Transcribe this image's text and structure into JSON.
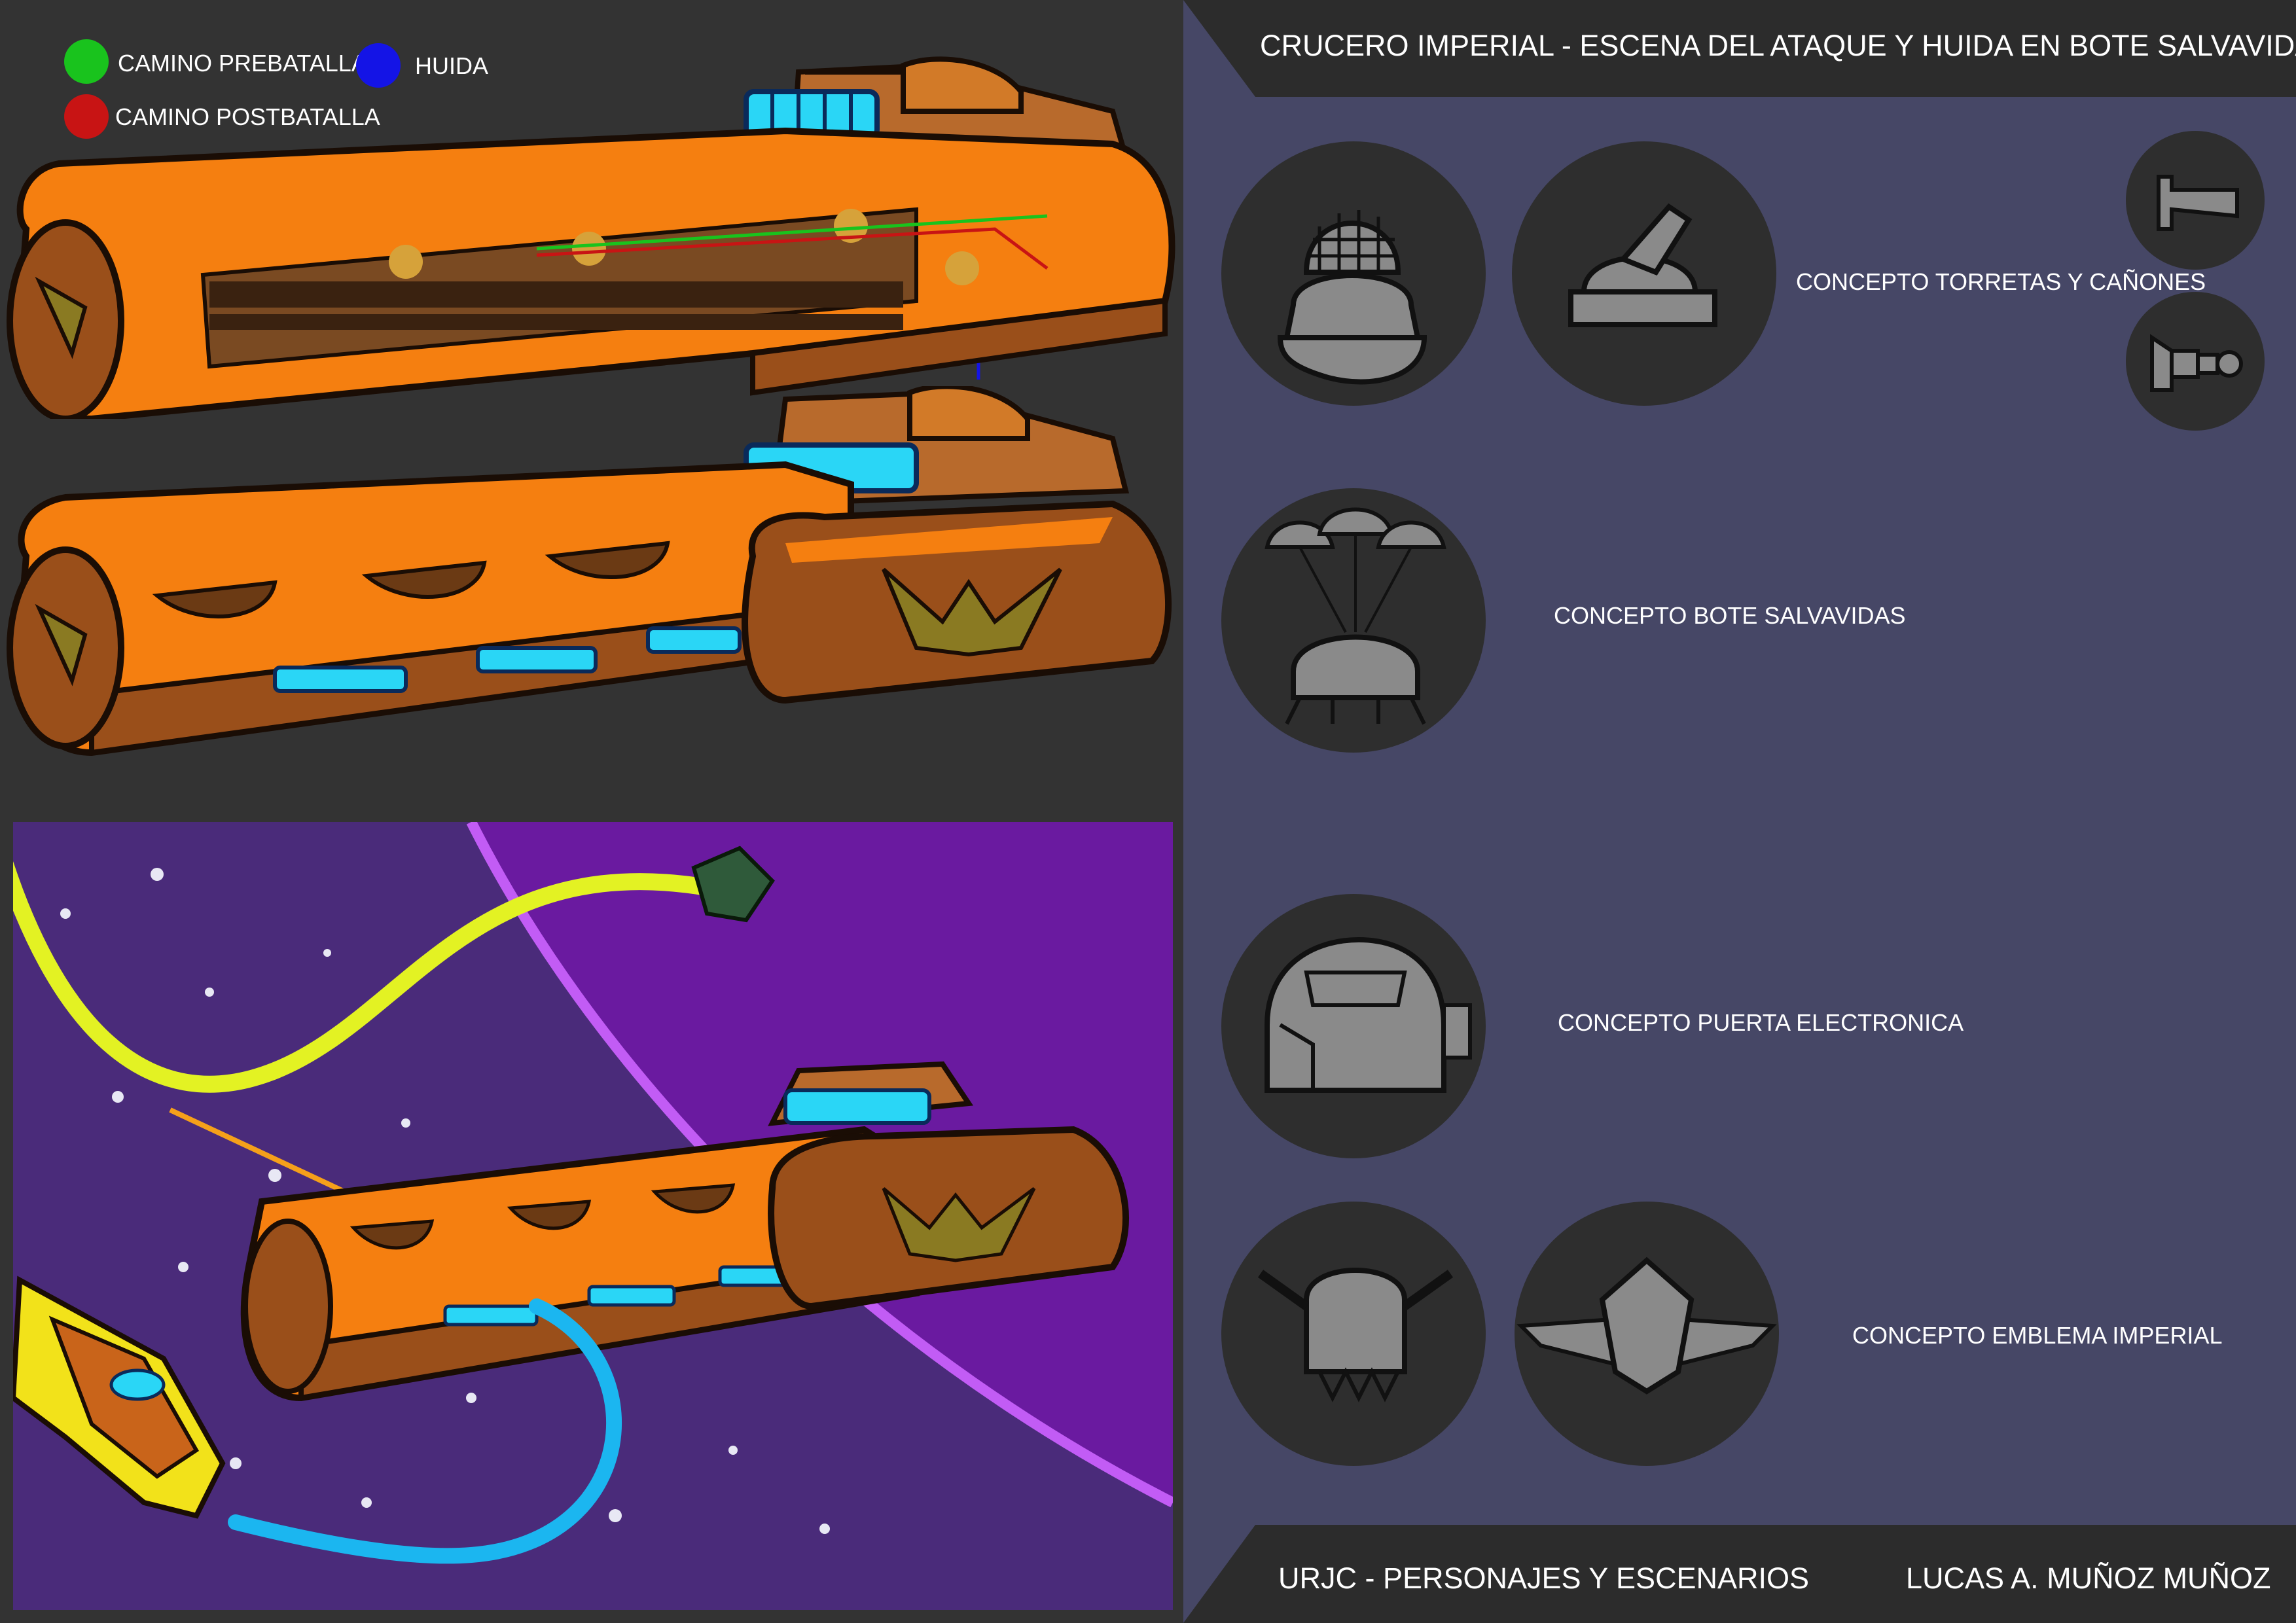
{
  "header": {
    "title": "CRUCERO IMPERIAL - ESCENA DEL ATAQUE Y HUIDA EN BOTE SALVAVIDAS"
  },
  "legend": [
    {
      "label": "CAMINO PREBATALLA",
      "color": "#19c31d"
    },
    {
      "label": "HUIDA",
      "color": "#1414e6"
    },
    {
      "label": "CAMINO POSTBATALLA",
      "color": "#c81414"
    }
  ],
  "concepts": {
    "turrets": "CONCEPTO TORRETAS Y CAÑONES",
    "lifeboat": "CONCEPTO  BOTE SALVAVIDAS",
    "door": "CONCEPTO PUERTA ELECTRONICA",
    "emblem": "CONCEPTO EMBLEMA IMPERIAL"
  },
  "footer": {
    "course": "URJC -  PERSONAJES Y ESCENARIOS",
    "author": "LUCAS A. MUÑOZ MUÑOZ"
  },
  "colors": {
    "hull_orange": "#f57f10",
    "hull_brown": "#9a4f1a",
    "glow_cyan": "#2ad6f6",
    "emblem_gold": "#8a7a22",
    "board_purple": "#464766",
    "space_purple": "#4a2b7a",
    "planet_magenta": "#9a1ad6"
  }
}
